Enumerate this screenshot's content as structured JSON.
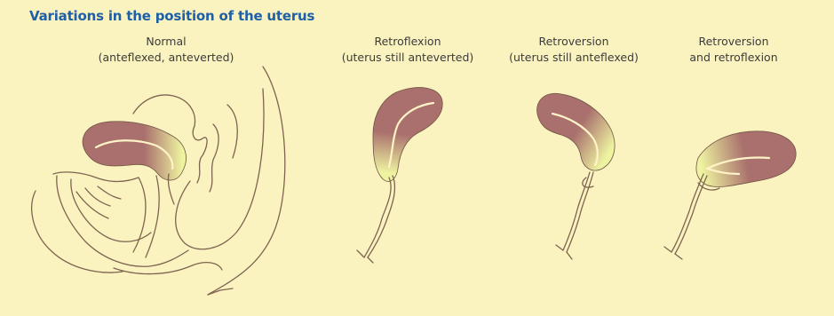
{
  "title": "Variations in the position of the uterus",
  "panels": [
    {
      "line1": "Normal",
      "line2": "(anteflexed, anteverted)"
    },
    {
      "line1": "Retroflexion",
      "line2": "(uterus still anteverted)"
    },
    {
      "line1": "Retroversion",
      "line2": "(uterus still anteflexed)"
    },
    {
      "line1": "Retroversion",
      "line2": "and retroflexion"
    }
  ],
  "colors": {
    "background": "#fbf3bf",
    "title": "#1f5fa6",
    "uterus_body": "#a9706d",
    "cervix_highlight": "#eef3a0",
    "outline": "#7d6450"
  }
}
